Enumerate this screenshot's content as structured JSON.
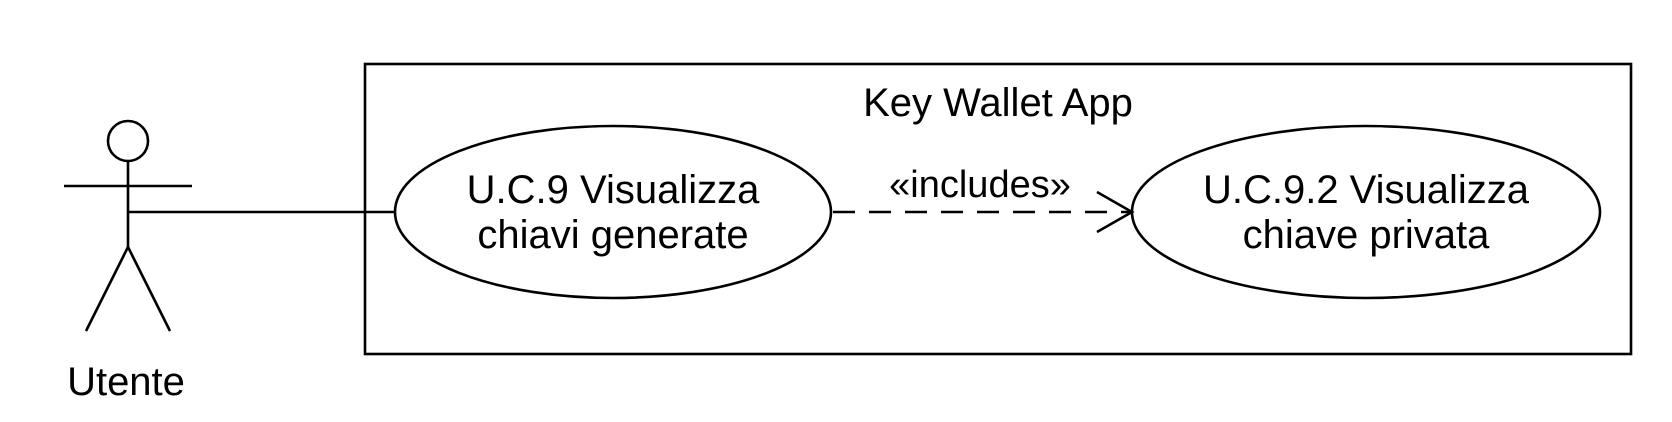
{
  "diagram": {
    "system": {
      "title": "Key Wallet App"
    },
    "actor": {
      "name": "Utente"
    },
    "use_cases": [
      {
        "line1": "U.C.9 Visualizza",
        "line2": "chiavi generate"
      },
      {
        "line1": "U.C.9.2 Visualizza",
        "line2": "chiave privata"
      }
    ],
    "relation": {
      "label": "«includes»"
    }
  }
}
